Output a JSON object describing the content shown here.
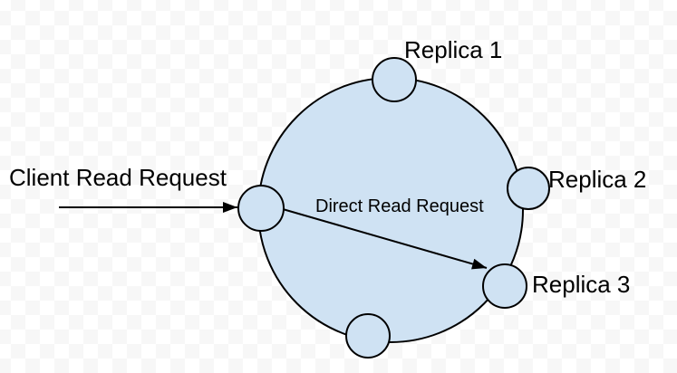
{
  "diagram": {
    "labels": {
      "client_read_request": "Client Read Request",
      "direct_read_request": "Direct Read Request",
      "replica_1": "Replica 1",
      "replica_2": "Replica 2",
      "replica_3": "Replica 3"
    },
    "colors": {
      "node_fill": "#cfe2f3",
      "outline": "#000000",
      "label_text": "#000000",
      "checker_light": "#ffffff",
      "checker_gray": "#f7f7f7"
    }
  }
}
